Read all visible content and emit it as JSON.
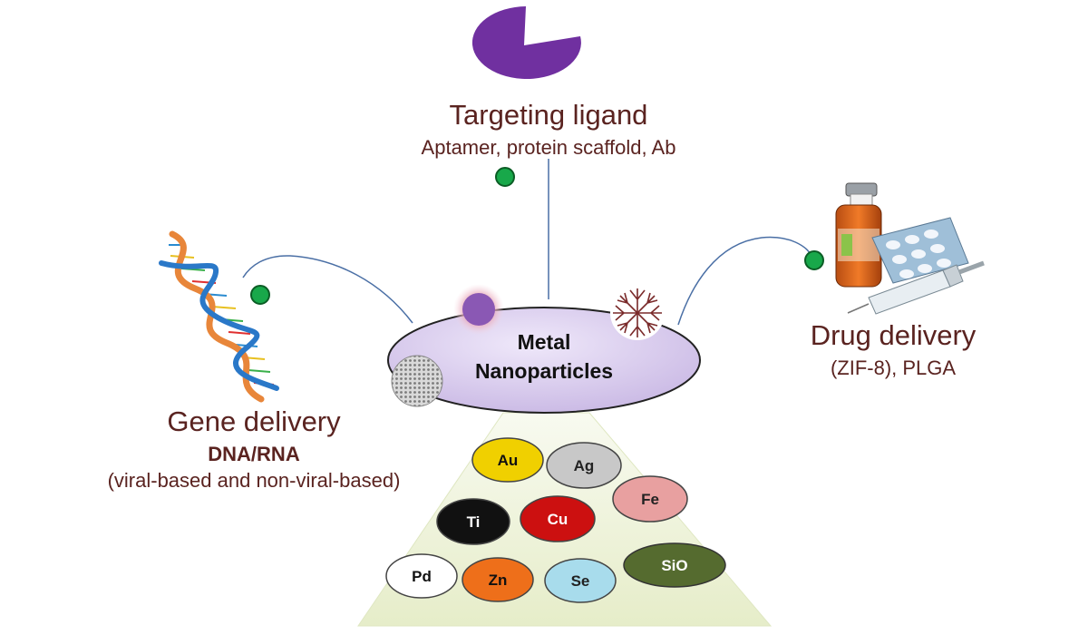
{
  "center": {
    "line1": "Metal",
    "line2": "Nanoparticles"
  },
  "targeting": {
    "title": "Targeting ligand",
    "subtitle": "Aptamer, protein scaffold, Ab"
  },
  "gene": {
    "title": "Gene delivery",
    "bold": "DNA/RNA",
    "subtitle": "(viral-based and non-viral-based)"
  },
  "drug": {
    "title": "Drug delivery",
    "subtitle": "(ZIF-8), PLGA"
  },
  "metals": [
    {
      "label": "Au",
      "fill": "#f0d000",
      "text": "#111111"
    },
    {
      "label": "Ag",
      "fill": "#c8c8c8",
      "text": "#222222"
    },
    {
      "label": "Fe",
      "fill": "#e8a0a0",
      "text": "#222222"
    },
    {
      "label": "Ti",
      "fill": "#111111",
      "text": "#ffffff"
    },
    {
      "label": "Cu",
      "fill": "#cc1010",
      "text": "#ffffff"
    },
    {
      "label": "Pd",
      "fill": "#ffffff",
      "text": "#111111"
    },
    {
      "label": "Zn",
      "fill": "#ee6f1a",
      "text": "#111111"
    },
    {
      "label": "Se",
      "fill": "#a8dcec",
      "text": "#222222"
    },
    {
      "label": "SiO",
      "fill": "#556b2f",
      "text": "#ffffff"
    }
  ],
  "colors": {
    "label_text": "#5a2320",
    "connector": "#4a6fa5",
    "binding_dot": "#18a84a",
    "ellipse_fill": "#d6c9ec",
    "ligand_pie": "#7030a0",
    "pyramid": "#eef3dc"
  },
  "icons": [
    "pie-ligand-icon",
    "dna-helix-icon",
    "drug-bottle-icon",
    "pill-blister-icon",
    "syringe-icon",
    "dendrimer-icon",
    "porous-sphere-icon"
  ]
}
